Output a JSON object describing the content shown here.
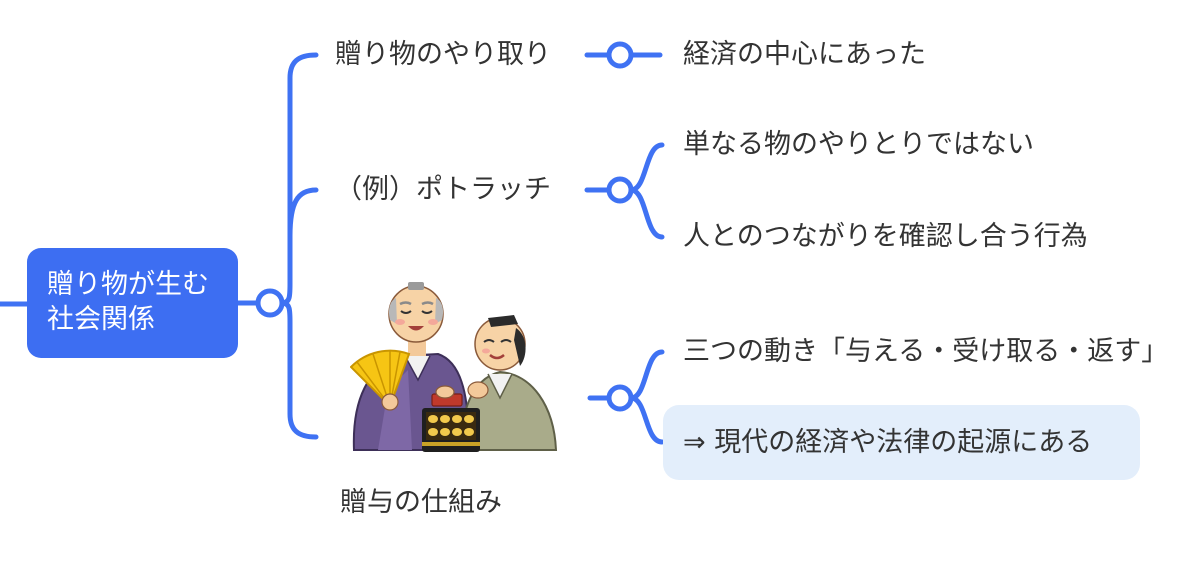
{
  "mindmap": {
    "root": {
      "lines": [
        "贈り物が生む",
        "社会関係"
      ]
    },
    "branches": [
      {
        "label": "贈り物のやり取り",
        "children": [
          {
            "label": "経済の中心にあった"
          }
        ]
      },
      {
        "label": "（例）ポトラッチ",
        "children": [
          {
            "label": "単なる物のやりとりではない"
          },
          {
            "label": "人とのつながりを確認し合う行為"
          }
        ]
      },
      {
        "image": "gift-exchange-illustration",
        "caption": "贈与の仕組み",
        "children": [
          {
            "label": "三つの動き「与える・受け取る・返す」"
          },
          {
            "label": "⇒ 現代の経済や法律の起源にある"
          }
        ]
      }
    ]
  },
  "colors": {
    "accent": "#3d6ef2",
    "line": "#3f72f3",
    "text": "#333333",
    "root_text": "#ffffff",
    "highlight_bg": "#e3eefb",
    "background": "#ffffff"
  }
}
